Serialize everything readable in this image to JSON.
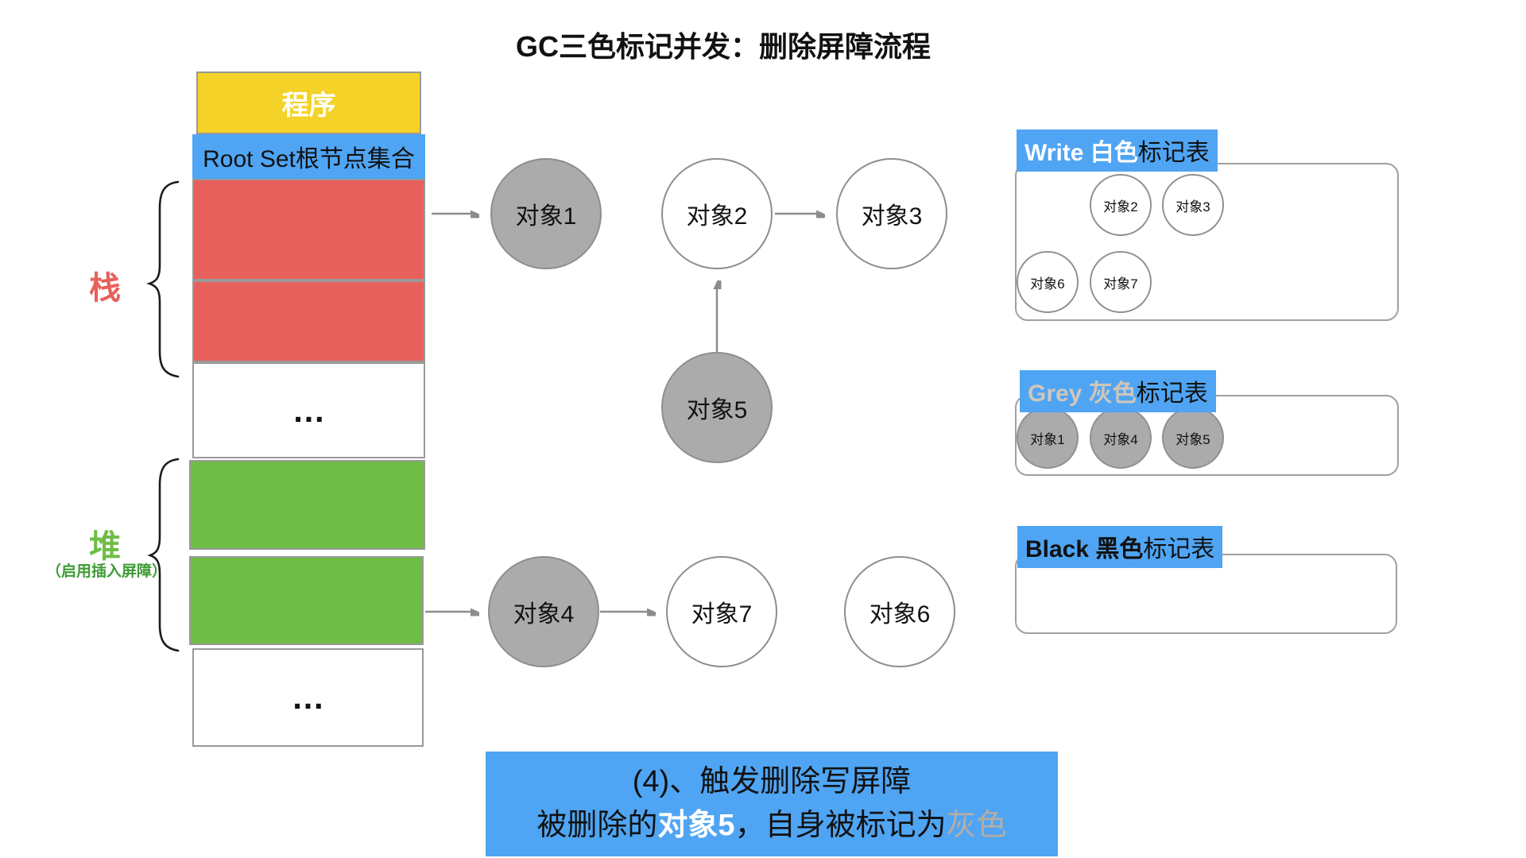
{
  "title": "GC三色标记并发：删除屏障流程",
  "memory": {
    "program_label": "程序",
    "root_set_label": "Root Set根节点集合",
    "stack_label": "栈",
    "heap_label": "堆",
    "heap_sublabel": "（启用插入屏障）",
    "ellipsis": "…"
  },
  "nodes": [
    {
      "label": "对象1",
      "color": "gray"
    },
    {
      "label": "对象2",
      "color": "white"
    },
    {
      "label": "对象3",
      "color": "white"
    },
    {
      "label": "对象5",
      "color": "gray"
    },
    {
      "label": "对象4",
      "color": "gray"
    },
    {
      "label": "对象7",
      "color": "white"
    },
    {
      "label": "对象6",
      "color": "white"
    }
  ],
  "tables": {
    "white": {
      "header_highlight": "Write 白色",
      "header_rest": "标记表",
      "members": [
        "对象2",
        "对象3",
        "对象6",
        "对象7"
      ]
    },
    "grey": {
      "header_highlight": "Grey 灰色",
      "header_rest": "标记表",
      "members": [
        "对象1",
        "对象4",
        "对象5"
      ]
    },
    "black": {
      "header_highlight": "Black 黑色",
      "header_rest": "标记表",
      "members": []
    }
  },
  "note": {
    "line1": "(4)、触发删除写屏障",
    "line2_parts": {
      "p1": "被删除的",
      "p2": "对象5",
      "p3": "，自身被标记为",
      "p4": "灰色"
    }
  },
  "colors": {
    "blue_accent": "#4fa5f3",
    "yellow_program": "#f5d228",
    "red_stack": "#e8605c",
    "green_heap": "#6fbd46",
    "gray_node_fill": "#ababab",
    "grey_text": "#cfc6bb",
    "note_grey_text": "#b5ada3"
  }
}
